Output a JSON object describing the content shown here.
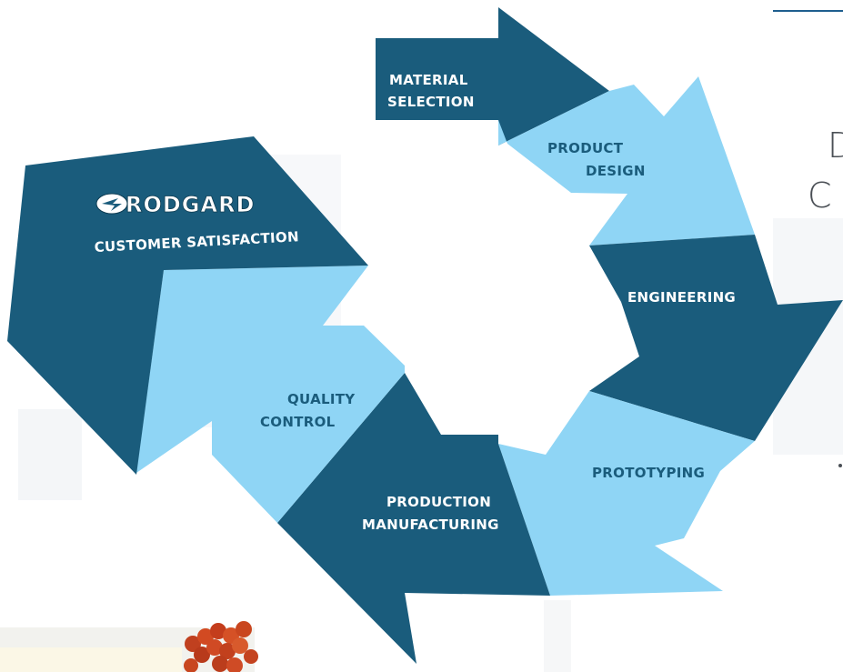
{
  "colors": {
    "dark": "#1a5c7c",
    "light": "#8fd5f5",
    "text_light": "#ffffff",
    "text_dark": "#1a5c7c",
    "rule": "#1f5f8f"
  },
  "brand": {
    "name": "RODGARD",
    "tagline": "CUSTOMER SATISFACTION",
    "icon": "rodgard-logo-icon"
  },
  "steps": [
    {
      "line1": "MATERIAL",
      "line2": "SELECTION"
    },
    {
      "line1": "PRODUCT",
      "line2": "DESIGN"
    },
    {
      "line1": "ENGINEERING",
      "line2": ""
    },
    {
      "line1": "PROTOTYPING",
      "line2": ""
    },
    {
      "line1": "PRODUCTION",
      "line2": "MANUFACTURING"
    },
    {
      "line1": "QUALITY",
      "line2": "CONTROL"
    }
  ],
  "cutoff_text": {
    "line1": "D",
    "line2": "C"
  }
}
